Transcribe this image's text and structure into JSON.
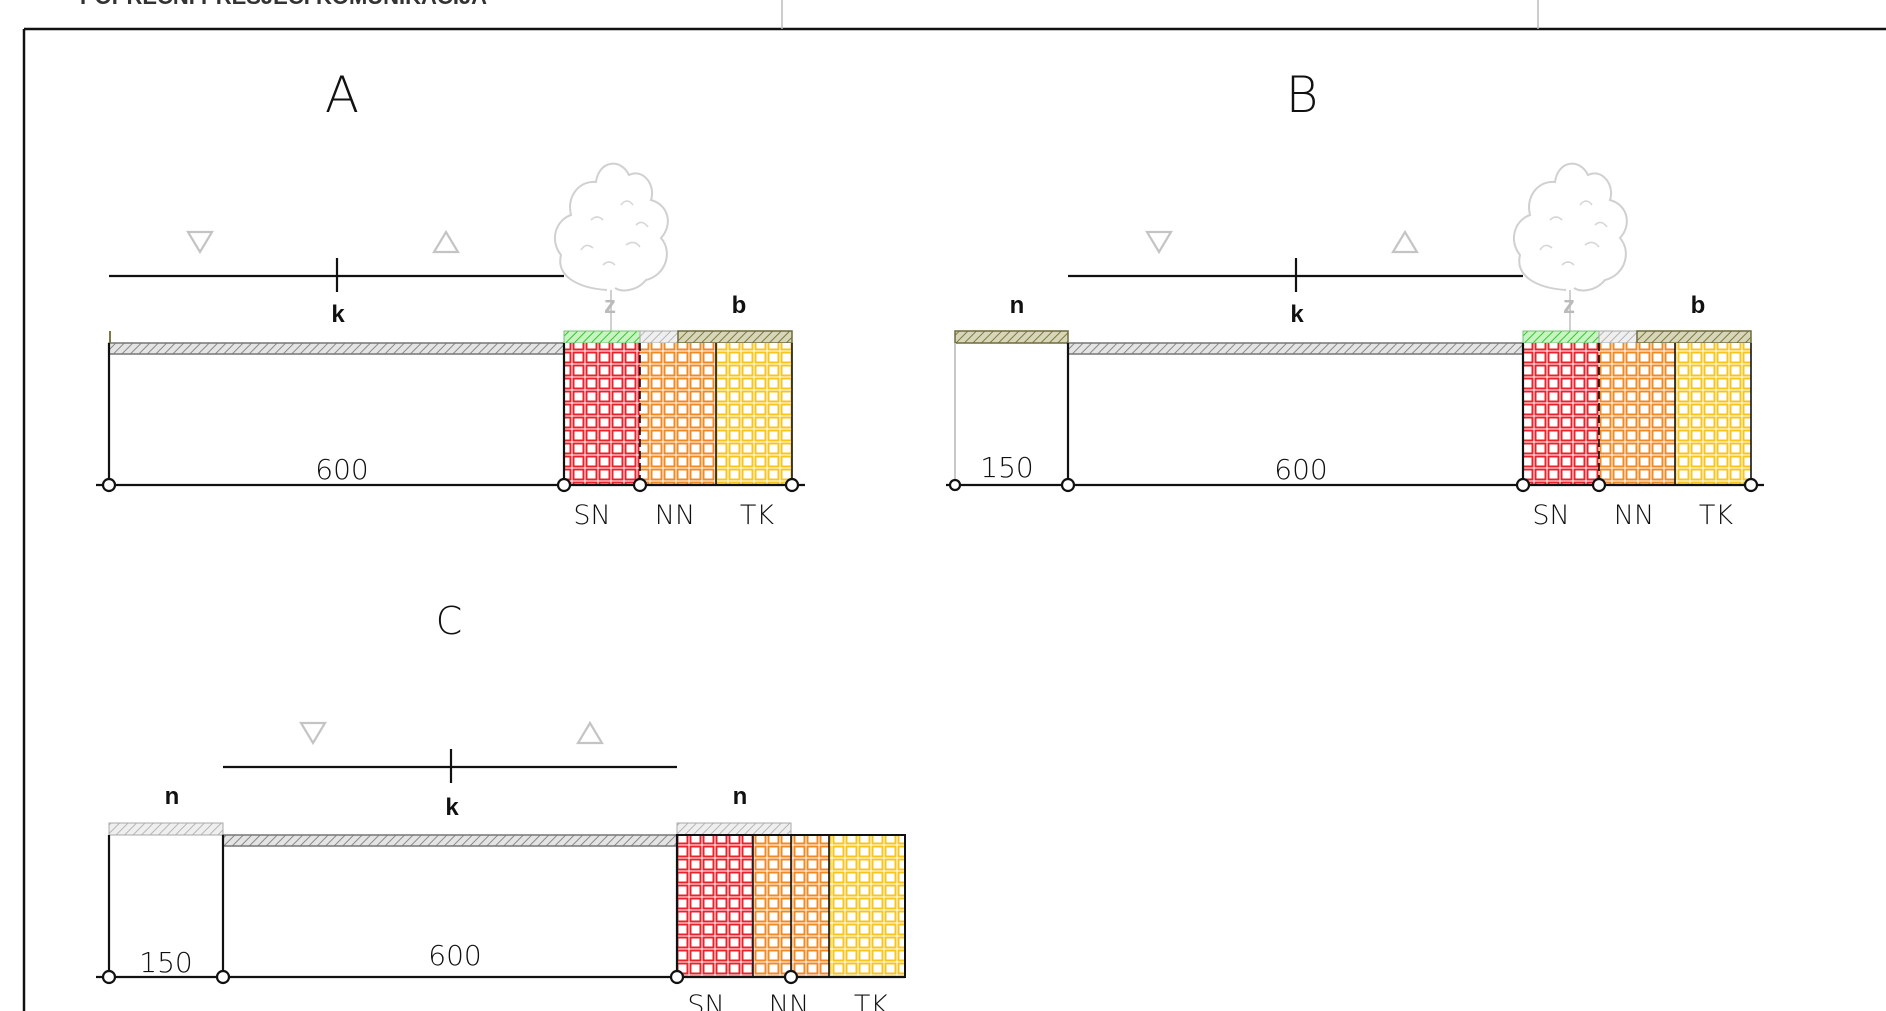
{
  "header": {
    "title": "POPREČNI PRESJECI KOMUNIKACIJA"
  },
  "panels": [
    {
      "id": "A",
      "title": "A",
      "labels": {
        "k": "k",
        "z": "z",
        "b": "b"
      },
      "dimensions": [
        "600"
      ],
      "zones": [
        "SN",
        "NN",
        "TK"
      ]
    },
    {
      "id": "B",
      "title": "B",
      "labels": {
        "n": "n",
        "k": "k",
        "z": "z",
        "b": "b"
      },
      "dimensions": [
        "150",
        "600"
      ],
      "zones": [
        "SN",
        "NN",
        "TK"
      ]
    },
    {
      "id": "C",
      "title": "C",
      "labels": {
        "n_left": "n",
        "k": "k",
        "n_right": "n"
      },
      "dimensions": [
        "150",
        "600"
      ],
      "zones": [
        "SN",
        "NN",
        "TK"
      ]
    }
  ],
  "colors": {
    "SN": "#e8232c",
    "NN": "#f08a24",
    "TK": "#f7c51c",
    "road": "#9a9a9a",
    "bike": "#8b8a4e",
    "green": "#3ecf3e",
    "walk": "#c8c8c8",
    "tree": "#d0d0d0",
    "triangle": "#c4c4c4"
  }
}
